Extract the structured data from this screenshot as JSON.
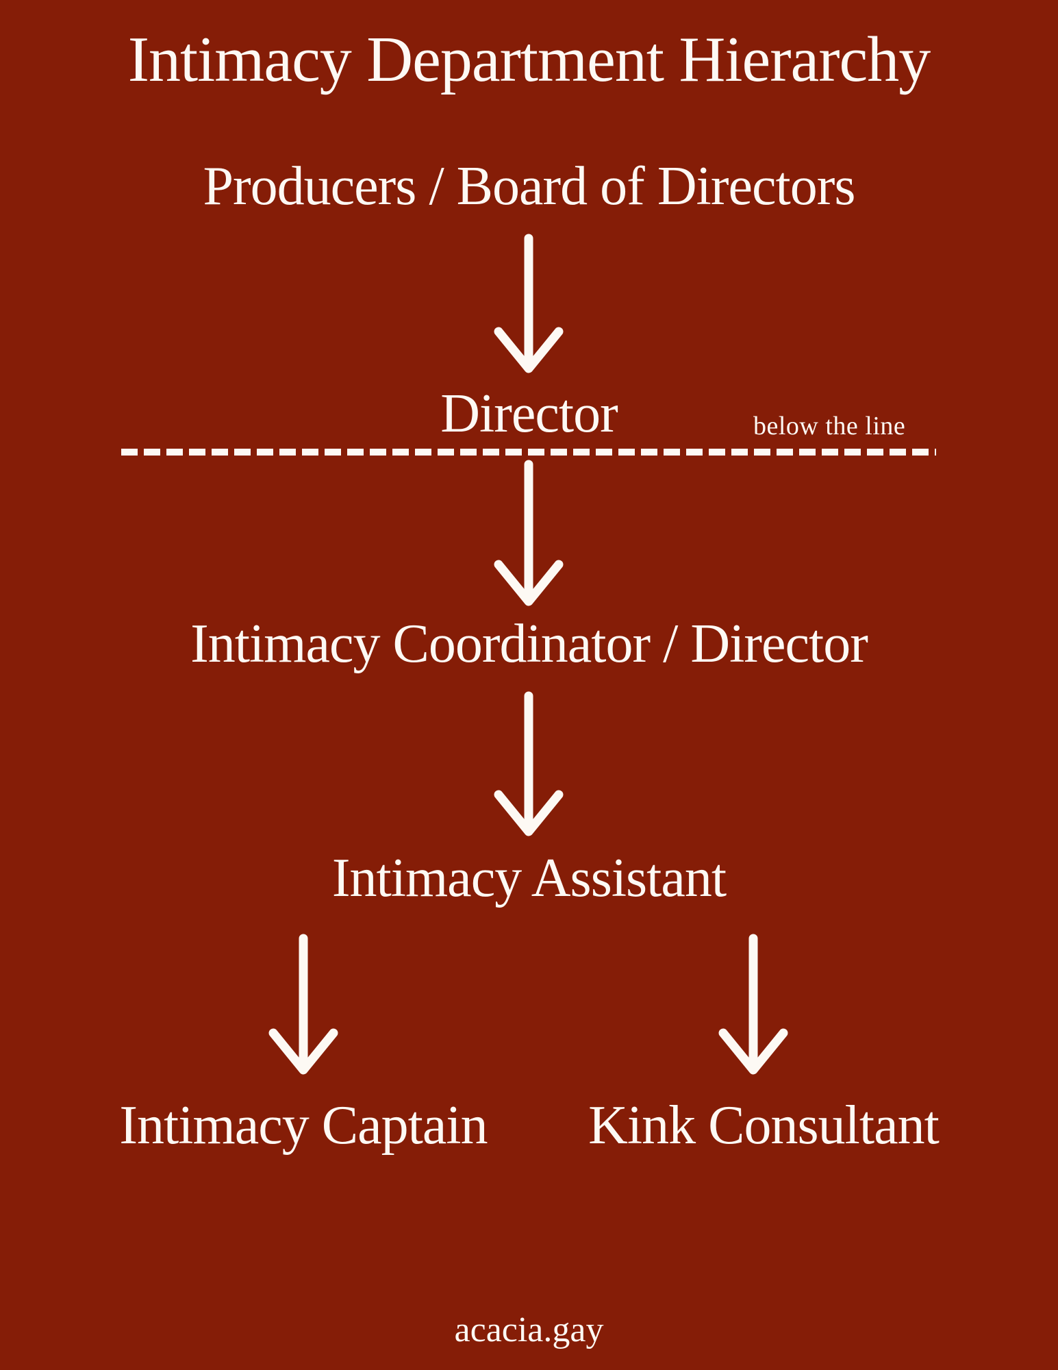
{
  "colors": {
    "background": "#851d07",
    "text": "#fdf9f4"
  },
  "title": "Intimacy Department Hierarchy",
  "hierarchy": {
    "level1": "Producers / Board of Directors",
    "level2": "Director",
    "level3": "Intimacy Coordinator / Director",
    "level4": "Intimacy Assistant",
    "level5_left": "Intimacy Captain",
    "level5_right": "Kink Consultant"
  },
  "divider": {
    "label": "below the line"
  },
  "icons": {
    "down_arrow": "↓"
  },
  "footer": "acacia.gay"
}
